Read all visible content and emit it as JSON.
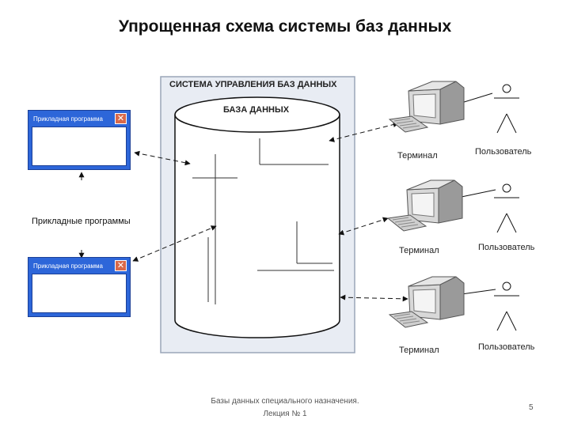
{
  "title": "Упрощенная схема системы баз данных",
  "dbms": {
    "label": "СИСТЕМА УПРАВЛЕНИЯ БАЗ ДАННЫХ"
  },
  "database": {
    "label": "БАЗА ДАННЫХ"
  },
  "applications": {
    "group_label": "Прикладные программы",
    "windows": [
      {
        "title": "Прикладная программа",
        "close": "✕"
      },
      {
        "title": "Прикладная программа",
        "close": "✕"
      }
    ]
  },
  "stations": [
    {
      "terminal": "Терминал",
      "user": "Пользователь"
    },
    {
      "terminal": "Терминал",
      "user": "Пользователь"
    },
    {
      "terminal": "Терминал",
      "user": "Пользователь"
    }
  ],
  "footer": {
    "line1": "Базы данных специального назначения.",
    "line2": "Лекция № 1",
    "page": "5"
  },
  "colors": {
    "window_blue": "#2d66d9",
    "close_red": "#d9694a",
    "dbms_panel": "#e8ecf3",
    "monitor_gray": "#c8c8c8"
  }
}
